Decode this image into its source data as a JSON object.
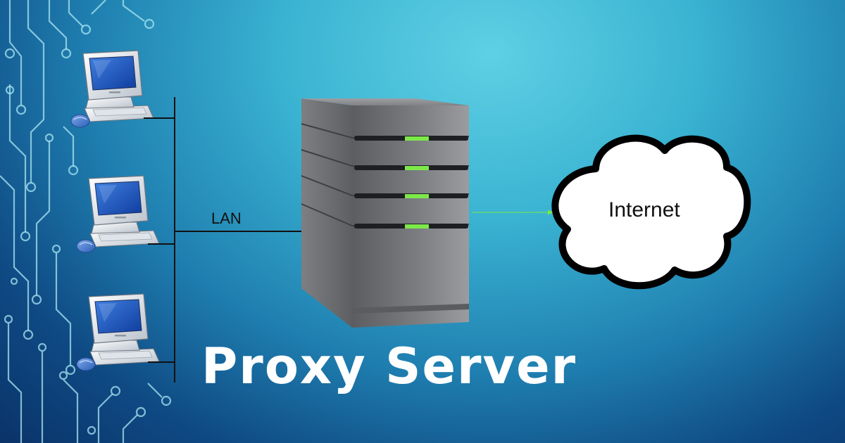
{
  "diagram": {
    "lan_label": "LAN",
    "internet_label": "Internet",
    "title": "Proxy Server"
  },
  "nodes": [
    {
      "id": "computer-1",
      "icon": "desktop-computer-icon"
    },
    {
      "id": "computer-2",
      "icon": "desktop-computer-icon"
    },
    {
      "id": "computer-3",
      "icon": "desktop-computer-icon"
    },
    {
      "id": "proxy-server",
      "icon": "server-tower-icon"
    },
    {
      "id": "internet",
      "icon": "cloud-icon"
    }
  ],
  "edges": [
    {
      "from": "computer-1",
      "to": "lan-bus"
    },
    {
      "from": "computer-2",
      "to": "lan-bus"
    },
    {
      "from": "computer-3",
      "to": "lan-bus"
    },
    {
      "from": "lan-bus",
      "to": "proxy-server",
      "label": "LAN"
    },
    {
      "from": "proxy-server",
      "to": "internet",
      "arrow": true
    }
  ],
  "colors": {
    "background_light": "#5fd0e4",
    "background_dark": "#0a3369",
    "server_indicator": "#7de84a",
    "title": "#ffffff",
    "arrow": "#7de84a"
  }
}
